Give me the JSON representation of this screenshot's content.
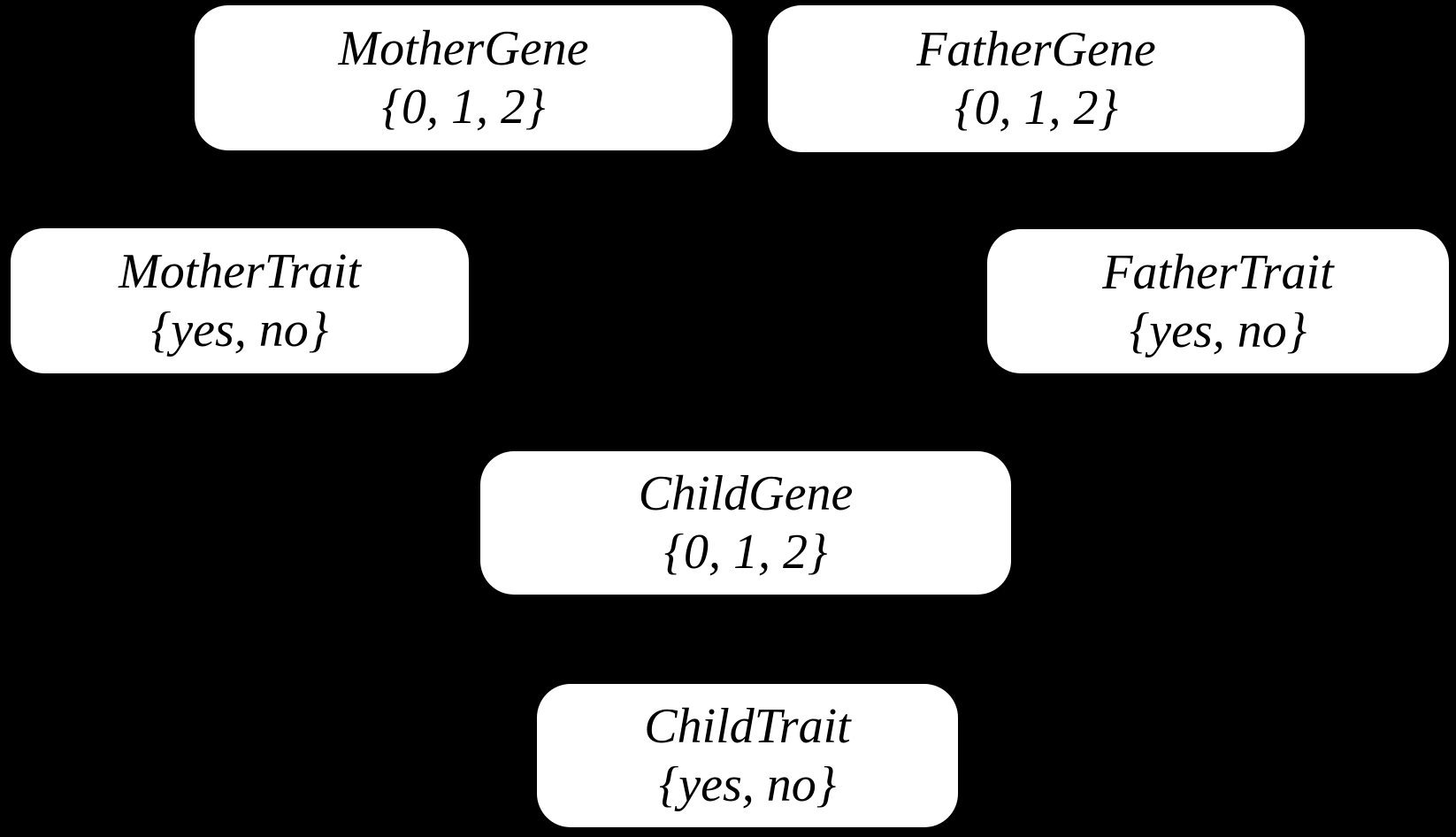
{
  "diagram": {
    "background_color": "#000000",
    "node_fill_color": "#ffffff",
    "node_text_color": "#000000",
    "nodes": [
      {
        "id": "mother-gene",
        "label": "MotherGene",
        "domain": "{0, 1, 2}"
      },
      {
        "id": "father-gene",
        "label": "FatherGene",
        "domain": "{0, 1, 2}"
      },
      {
        "id": "mother-trait",
        "label": "MotherTrait",
        "domain": "{yes, no}"
      },
      {
        "id": "father-trait",
        "label": "FatherTrait",
        "domain": "{yes, no}"
      },
      {
        "id": "child-gene",
        "label": "ChildGene",
        "domain": "{0, 1, 2}"
      },
      {
        "id": "child-trait",
        "label": "ChildTrait",
        "domain": "{yes, no}"
      }
    ]
  }
}
